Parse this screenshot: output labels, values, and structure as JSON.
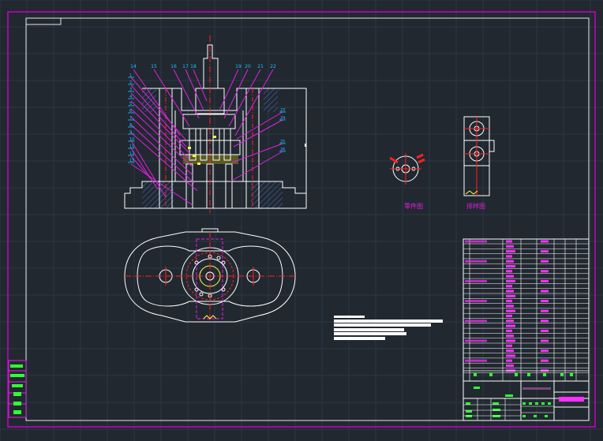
{
  "views": {
    "part_view_label": "零件图",
    "layout_view_label": "排样图"
  },
  "balloons_top": [
    "14",
    "15",
    "16",
    "17",
    "18",
    "19",
    "20",
    "21",
    "22"
  ],
  "balloons_left": [
    "1",
    "2",
    "3",
    "4",
    "5",
    "6",
    "7",
    "8",
    "9",
    "10",
    "11",
    "12",
    "13"
  ],
  "balloons_right": [
    "23",
    "24",
    "25",
    "26"
  ],
  "colors": {
    "background": "#212830",
    "grid": "#2c3744",
    "frame": "#e8e8e8",
    "border": "#c800c8",
    "geometry": "#ffffff",
    "leader": "#e020e0",
    "centerline": "#ff2020",
    "table_text": "#ff30ff",
    "stamp": "#30ff30",
    "dimension": "#20c0ff",
    "hatch": "#4a70c8",
    "yellow": "#ffff40"
  }
}
